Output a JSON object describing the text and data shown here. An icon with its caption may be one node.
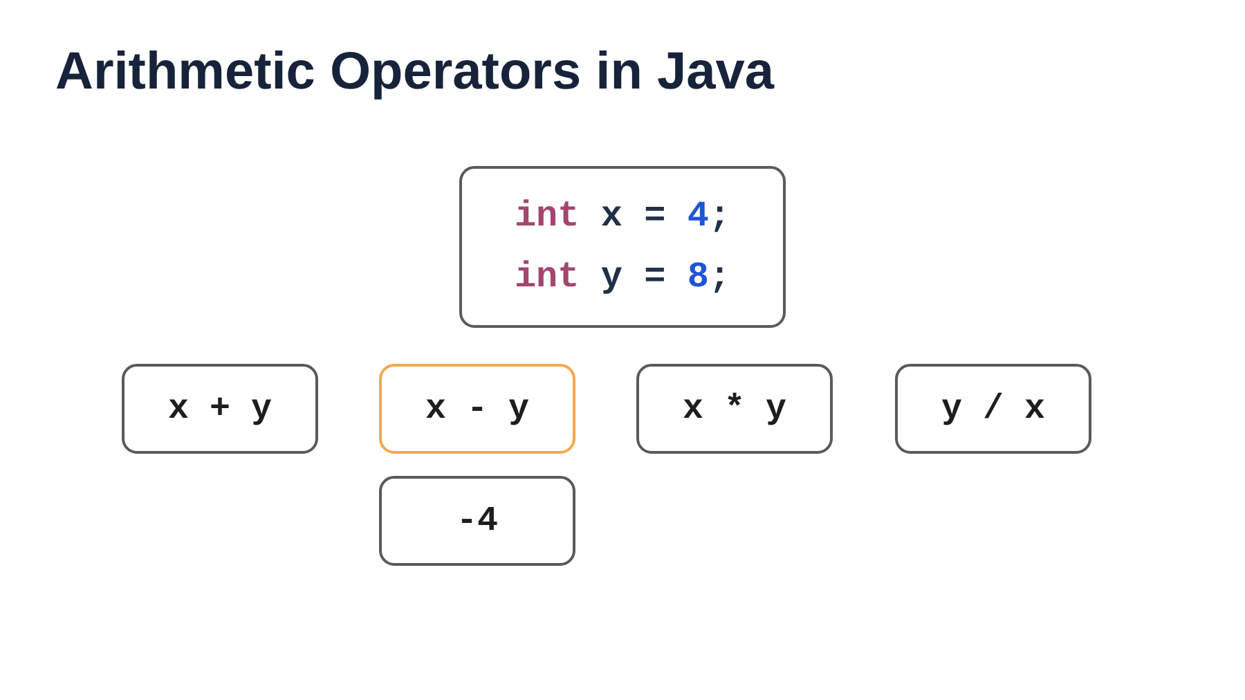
{
  "diagram": {
    "title": "Arithmetic Operators in Java",
    "nodes": [
      {
        "text": [
          "int x = 4;",
          "int y = 8;"
        ]
      },
      {
        "text": [
          "x + y"
        ]
      },
      {
        "text": [
          "x - y"
        ]
      },
      {
        "text": [
          "x * y"
        ]
      },
      {
        "text": [
          "y / x"
        ]
      },
      {
        "text": [
          "-4"
        ]
      }
    ]
  }
}
